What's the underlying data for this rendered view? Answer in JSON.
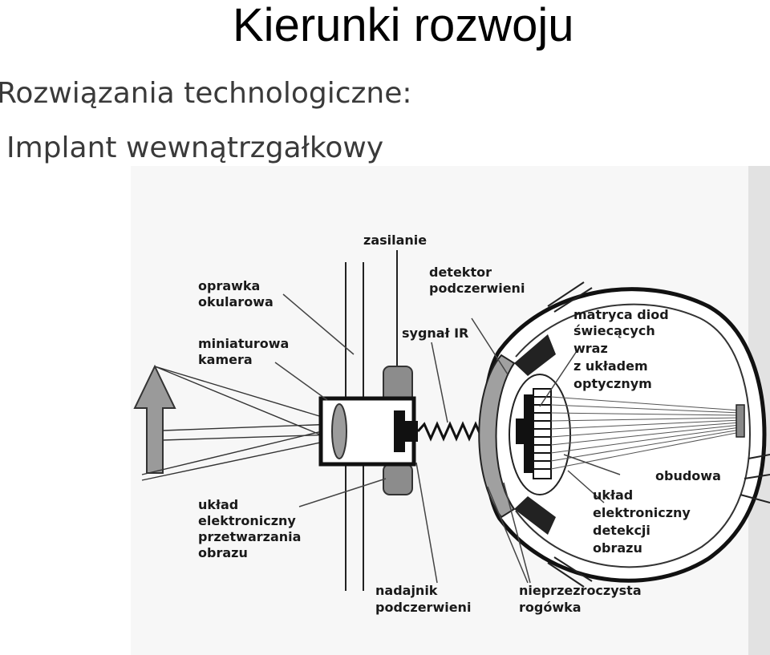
{
  "slide": {
    "title": "Kierunki rozwoju",
    "subtitle_line1": "Rozwiązania technologiczne:",
    "subtitle_line2": "Implant wewnątrzgałkowy"
  },
  "diagram": {
    "labels": {
      "zasilanie": "zasilanie",
      "detektor_line1": "detektor",
      "detektor_line2": "podczerwieni",
      "oprawka_line1": "oprawka",
      "oprawka_line2": "okularowa",
      "sygnal": "sygnał IR",
      "matryca_line1": "matryca diod",
      "matryca_line2": "świecących",
      "matryca_line3": "wraz",
      "matryca_line4": "z układem",
      "matryca_line5": "optycznym",
      "kamera_line1": "miniaturowa",
      "kamera_line2": "kamera",
      "obudowa": "obudowa",
      "uklad_przetw_line1": "układ",
      "uklad_przetw_line2": "elektroniczny",
      "uklad_przetw_line3": "przetwarzania",
      "uklad_przetw_line4": "obrazu",
      "uklad_detek_line1": "układ",
      "uklad_detek_line2": "elektroniczny",
      "uklad_detek_line3": "detekcji",
      "uklad_detek_line4": "obrazu",
      "nadajnik_line1": "nadajnik",
      "nadajnik_line2": "podczerwieni",
      "rogowka_line1": "nieprzezroczysta",
      "rogowka_line2": "rogówka"
    }
  }
}
